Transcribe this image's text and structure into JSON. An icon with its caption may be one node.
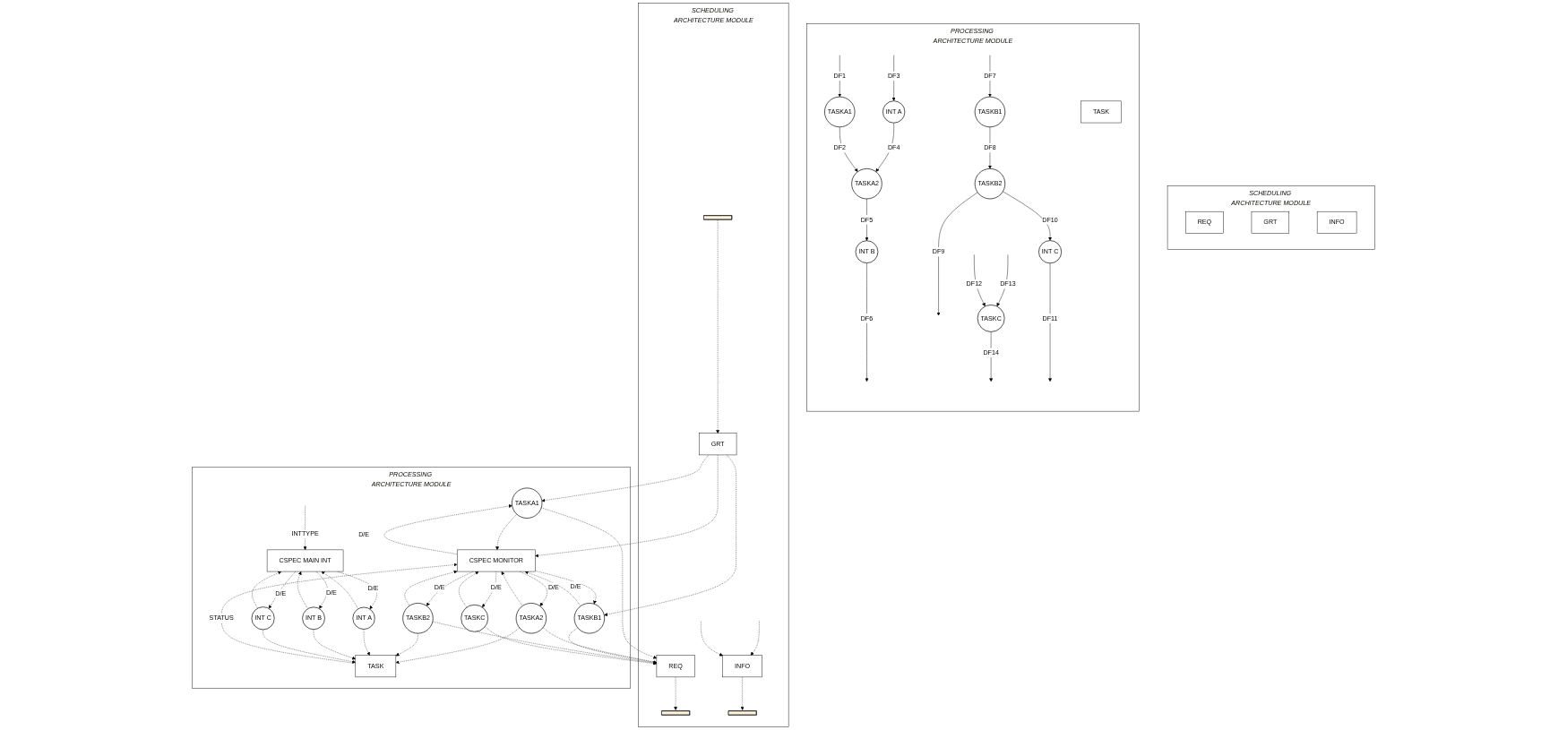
{
  "diagram": {
    "nodes": [
      {
        "text": [
          "SCHEDULING ARCHITECTURE MODULE"
        ]
      },
      {
        "text": [
          "REQ"
        ],
        "in": 0
      },
      {
        "text": [
          "GRT"
        ],
        "in": 0
      },
      {
        "text": [
          "INFO"
        ],
        "in": 0
      },
      {
        "text": [
          "PROCESSING ARCHITECTURE MODULE"
        ]
      },
      {
        "text": [
          "TASKA1"
        ],
        "in": 4
      },
      {
        "text": [
          "INT A"
        ],
        "in": 4
      },
      {
        "text": [
          "TASKA2"
        ],
        "in": 4
      },
      {
        "text": [
          "INT B"
        ],
        "in": 4
      },
      {
        "text": [
          "TASKB1"
        ],
        "in": 4
      },
      {
        "text": [
          "TASKB2"
        ],
        "in": 4
      },
      {
        "text": [
          "INT C"
        ],
        "in": 4
      },
      {
        "text": [
          "TASKC"
        ],
        "in": 4
      },
      {
        "text": [
          "TASK"
        ],
        "in": 4
      },
      {
        "text": [
          "SCHEDULING ARCHITECTURE MODULE"
        ]
      },
      {
        "text": [],
        "shape": "bar",
        "in": 14
      },
      {
        "text": [
          "REQ"
        ],
        "in": 14
      },
      {
        "text": [],
        "shape": "bar",
        "in": 14
      },
      {
        "text": [
          "GRT"
        ],
        "in": 14
      },
      {
        "text": [],
        "shape": "bar",
        "in": 14
      },
      {
        "text": [
          "INFO"
        ],
        "in": 14
      },
      {
        "text": [
          "PROCESSING ARCHITECTURE MODULE"
        ]
      },
      {
        "text": [
          "TASKA1"
        ],
        "in": 21
      },
      {
        "text": [
          "CSPEC MAIN INT"
        ],
        "in": 21
      },
      {
        "text": [
          "INT A"
        ],
        "in": 21
      },
      {
        "text": [
          "TASKA2"
        ],
        "in": 21
      },
      {
        "text": [
          "INT B"
        ],
        "in": 21
      },
      {
        "text": [
          "TASKB1"
        ],
        "in": 21
      },
      {
        "text": [
          "TASKB2"
        ],
        "in": 21
      },
      {
        "text": [
          "INT C"
        ],
        "in": 21
      },
      {
        "text": [
          "TASKC"
        ],
        "in": 21
      },
      {
        "text": [
          "TASK"
        ],
        "in": 21
      },
      {
        "text": [
          "CSPEC MONITOR"
        ],
        "in": 21
      }
    ],
    "edges": [
      {
        "from": null,
        "to": 5,
        "arrow": "to",
        "label": "DF1"
      },
      {
        "from": 5,
        "to": 7,
        "arrow": "to",
        "label": "DF2"
      },
      {
        "from": null,
        "to": 6,
        "arrow": "to",
        "label": "DF3"
      },
      {
        "from": 6,
        "to": 7,
        "arrow": "to",
        "label": "DF4"
      },
      {
        "from": 7,
        "to": 8,
        "arrow": "to",
        "label": "DF5"
      },
      {
        "from": 8,
        "to": null,
        "arrow": "to",
        "label": "DF6"
      },
      {
        "from": null,
        "to": 9,
        "arrow": "to",
        "label": "DF7"
      },
      {
        "from": 9,
        "to": 10,
        "arrow": "to",
        "label": "DF8"
      },
      {
        "from": 10,
        "to": null,
        "arrow": "to",
        "label": "DF9"
      },
      {
        "from": 10,
        "to": 11,
        "arrow": "to",
        "label": "DF10"
      },
      {
        "from": 11,
        "to": null,
        "arrow": "to",
        "label": "DF11"
      },
      {
        "from": null,
        "to": 12,
        "arrow": "to",
        "label": "DF12"
      },
      {
        "from": null,
        "to": 12,
        "arrow": "to",
        "label": "DF13"
      },
      {
        "from": 12,
        "to": null,
        "arrow": "to",
        "label": "DF14"
      },
      {
        "from": 16,
        "to": 15,
        "arrow": "to",
        "style": "dashed"
      },
      {
        "from": 17,
        "to": 18,
        "arrow": "to",
        "style": "dashed"
      },
      {
        "from": 20,
        "to": 19,
        "arrow": "to",
        "style": "dashed"
      },
      {
        "from": 22,
        "to": 16,
        "arrow": "to",
        "style": "dashed"
      },
      {
        "from": 25,
        "to": 16,
        "arrow": "to",
        "style": "dashed"
      },
      {
        "from": 27,
        "to": 16,
        "arrow": "to",
        "style": "dashed"
      },
      {
        "from": 28,
        "to": 16,
        "arrow": "to",
        "style": "dashed"
      },
      {
        "from": 30,
        "to": 16,
        "arrow": "to",
        "style": "dashed"
      },
      {
        "from": 18,
        "to": 22,
        "arrow": "to",
        "style": "dashed"
      },
      {
        "from": 18,
        "to": 27,
        "arrow": "to",
        "style": "dashed"
      },
      {
        "from": 18,
        "to": 32,
        "arrow": "to",
        "style": "dashed"
      },
      {
        "from": null,
        "to": 20,
        "arrow": "to",
        "style": "dashed"
      },
      {
        "from": null,
        "to": 20,
        "arrow": "to",
        "style": "dashed"
      },
      {
        "from": 32,
        "to": 22,
        "arrow": "to",
        "style": "dashed",
        "label": "D/E"
      },
      {
        "from": 32,
        "to": 25,
        "arrow": "to",
        "style": "dashed",
        "label": "D/E"
      },
      {
        "from": 32,
        "to": 27,
        "arrow": "to",
        "style": "dashed",
        "label": "D/E"
      },
      {
        "from": 32,
        "to": 28,
        "arrow": "to",
        "style": "dashed",
        "label": "D/E"
      },
      {
        "from": 32,
        "to": 30,
        "arrow": "to",
        "style": "dashed",
        "label": "D/E"
      },
      {
        "from": 22,
        "to": 32,
        "arrow": "to",
        "style": "dashed"
      },
      {
        "from": 25,
        "to": 32,
        "arrow": "to",
        "style": "dashed"
      },
      {
        "from": 27,
        "to": 32,
        "arrow": "to",
        "style": "dashed"
      },
      {
        "from": 28,
        "to": 32,
        "arrow": "to",
        "style": "dashed"
      },
      {
        "from": 30,
        "to": 32,
        "arrow": "to",
        "style": "dashed"
      },
      {
        "from": 25,
        "to": 31,
        "arrow": "to",
        "style": "dashed"
      },
      {
        "from": 28,
        "to": 31,
        "arrow": "to",
        "style": "dashed"
      },
      {
        "from": 24,
        "to": 31,
        "arrow": "to",
        "style": "dashed"
      },
      {
        "from": 26,
        "to": 31,
        "arrow": "to",
        "style": "dashed"
      },
      {
        "from": 29,
        "to": 31,
        "arrow": "to",
        "style": "dashed"
      },
      {
        "from": 31,
        "to": 32,
        "arrow": "to",
        "style": "dashed",
        "label": "STATUS"
      },
      {
        "from": 23,
        "to": 24,
        "arrow": "to",
        "style": "dashed",
        "label": "D/E"
      },
      {
        "from": 24,
        "to": 23,
        "arrow": "to",
        "style": "dashed"
      },
      {
        "from": 23,
        "to": 26,
        "arrow": "to",
        "style": "dashed",
        "label": "D/E"
      },
      {
        "from": 26,
        "to": 23,
        "arrow": "to",
        "style": "dashed"
      },
      {
        "from": 23,
        "to": 29,
        "arrow": "to",
        "style": "dashed",
        "label": "D/E"
      },
      {
        "from": 29,
        "to": 23,
        "arrow": "to",
        "style": "dashed"
      },
      {
        "from": null,
        "to": 23,
        "arrow": "to",
        "style": "dashed",
        "label": "INTTYPE"
      }
    ]
  }
}
